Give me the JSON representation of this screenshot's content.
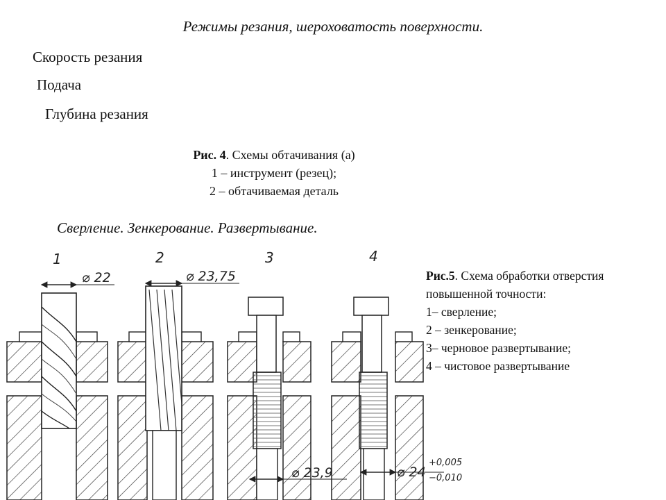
{
  "title": "Режимы резания, шероховатость поверхности.",
  "terms": [
    "Скорость резания",
    "Подача",
    "Глубина резания"
  ],
  "fig4": {
    "label": "Рис. 4",
    "heading": ". Схемы обтачивания (а)",
    "lines": [
      "1 – инструмент (резец);",
      "2 – обтачиваемая деталь"
    ]
  },
  "section_heading": "Сверление. Зенкерование. Развертывание.",
  "fig5": {
    "label": "Рис.5",
    "heading": ". Схема обработки отверстия",
    "heading2": "повышенной точности:",
    "items": [
      "1– сверление;",
      " 2 – зенкерование;",
      " 3– черновое развертывание;",
      "4 – чистовое развертывание"
    ]
  },
  "drawing": {
    "numbers": [
      "1",
      "2",
      "3",
      "4"
    ],
    "dims": [
      "⌀ 22",
      "⌀ 23,75",
      "⌀ 23,9",
      "⌀ 24",
      "+0,005",
      "−0,010"
    ]
  },
  "colors": {
    "ink": "#222222",
    "background": "#ffffff"
  }
}
